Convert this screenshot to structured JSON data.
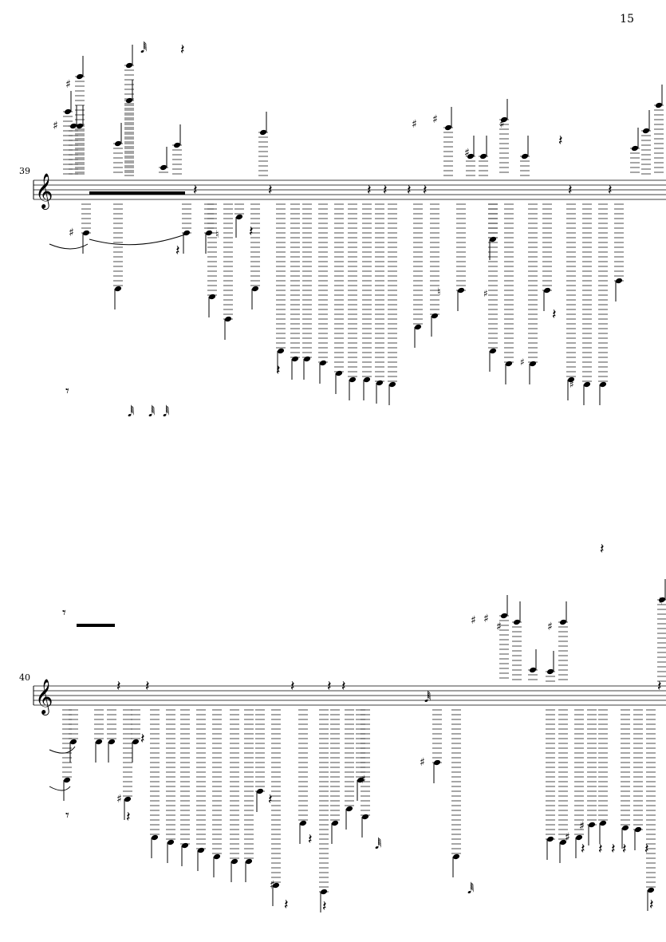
{
  "page": {
    "number": "15"
  },
  "systems": [
    {
      "measure_number": "39"
    },
    {
      "measure_number": "40"
    }
  ],
  "glyphs": {
    "treble_clef": "𝄞",
    "sharp": "♯",
    "natural": "♮",
    "quarter_rest": "𝄽",
    "eighth_rest": "𝄾"
  }
}
